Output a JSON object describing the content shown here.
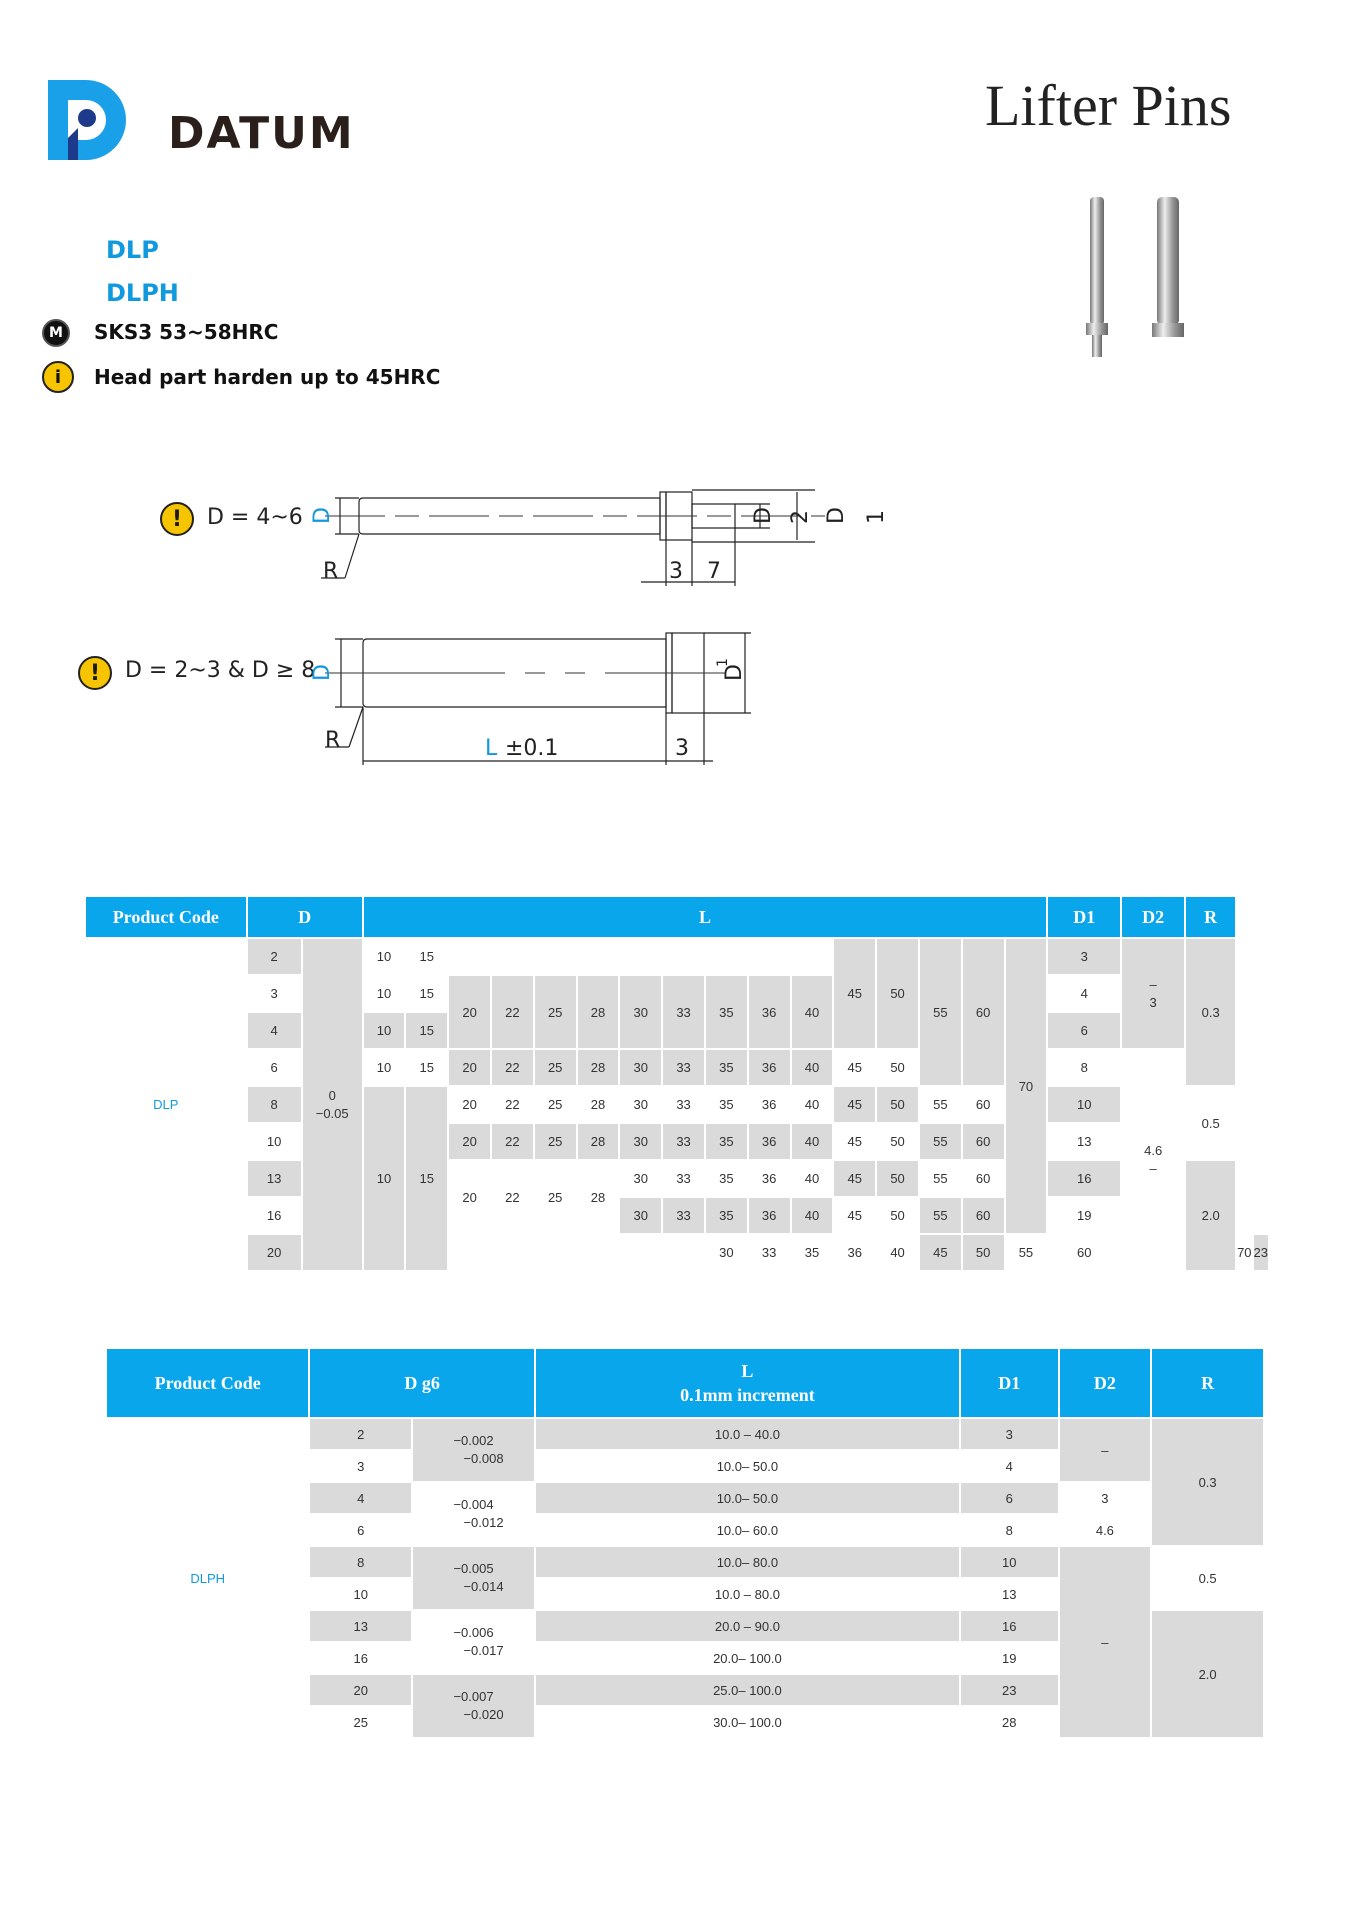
{
  "brand": {
    "name": "DATUM"
  },
  "title": "Lifter Pins",
  "codes": [
    "DLP",
    "DLPH"
  ],
  "material": {
    "icon": "M",
    "text": "SKS3 53~58HRC"
  },
  "info": {
    "icon": "i",
    "text": "Head part harden up to 45HRC"
  },
  "drawing1": {
    "condition": "D = 4~6",
    "labels": {
      "d": "D",
      "r": "R",
      "d2": "D",
      "two": "2",
      "d1": "D",
      "one": "1",
      "three": "3",
      "seven": "7"
    }
  },
  "drawing2": {
    "condition": "D = 2~3 & D ≥ 8",
    "labels": {
      "d": "D",
      "r": "R",
      "d1": "D",
      "sub1": "1",
      "l": "L",
      "tol": "±0.1",
      "three": "3"
    }
  },
  "table1": {
    "headers": [
      "Product Code",
      "D",
      "L",
      "D1",
      "D2",
      "R"
    ],
    "product": "DLP",
    "d_values": [
      "2",
      "3",
      "4",
      "6",
      "8",
      "10",
      "13",
      "16",
      "20"
    ],
    "d_tol": [
      "0",
      "−0.05"
    ],
    "d1_values": [
      "3",
      "4",
      "6",
      "8",
      "10",
      "13",
      "16",
      "19",
      "23"
    ],
    "d2_values": [
      "–",
      "3",
      "4.6",
      "–"
    ],
    "r_values": [
      "0.3",
      "0.5",
      "2.0"
    ],
    "l_row1": [
      "10",
      "15"
    ],
    "l_row2": [
      "10",
      "15",
      "20",
      "22",
      "25",
      "28",
      "30",
      "33",
      "35",
      "36",
      "40",
      "45",
      "50",
      "55",
      "60"
    ],
    "l_row3": [
      "10",
      "15",
      "20",
      "22",
      "25",
      "28",
      "30",
      "33",
      "35",
      "36",
      "40"
    ],
    "l_row4": [
      "10",
      "15",
      "20",
      "22",
      "25",
      "28",
      "30",
      "33",
      "35",
      "36",
      "40",
      "45",
      "50"
    ],
    "l_row5": [
      "20",
      "22",
      "25",
      "28",
      "30",
      "33",
      "35",
      "36",
      "40",
      "45",
      "50",
      "55",
      "60"
    ],
    "l_row6": [
      "10",
      "15",
      "20",
      "22",
      "25",
      "28",
      "30",
      "33",
      "35",
      "36",
      "40",
      "45",
      "50",
      "55",
      "60",
      "70"
    ],
    "l_row7": [
      "20",
      "22",
      "25",
      "28",
      "30",
      "33",
      "35",
      "36",
      "40",
      "45",
      "50",
      "55",
      "60"
    ],
    "l_row8": [
      "30",
      "33",
      "35",
      "36",
      "40",
      "45",
      "50",
      "55",
      "60"
    ],
    "l_row9": [
      "30",
      "33",
      "35",
      "36",
      "40",
      "45",
      "50",
      "55",
      "60",
      "70"
    ]
  },
  "table2": {
    "headers": [
      "Product Code",
      "D g6",
      "L",
      "0.1mm increment",
      "D1",
      "D2",
      "R"
    ],
    "product": "DLPH",
    "rows": [
      {
        "d": "2",
        "l": "10.0 – 40.0",
        "d1": "3"
      },
      {
        "d": "3",
        "l": "10.0– 50.0",
        "d1": "4"
      },
      {
        "d": "4",
        "l": "10.0– 50.0",
        "d1": "6"
      },
      {
        "d": "6",
        "l": "10.0– 60.0",
        "d1": "8"
      },
      {
        "d": "8",
        "l": "10.0– 80.0",
        "d1": "10"
      },
      {
        "d": "10",
        "l": "10.0 – 80.0",
        "d1": "13"
      },
      {
        "d": "13",
        "l": "20.0 – 90.0",
        "d1": "16"
      },
      {
        "d": "16",
        "l": "20.0– 100.0",
        "d1": "19"
      },
      {
        "d": "20",
        "l": "25.0– 100.0",
        "d1": "23"
      },
      {
        "d": "25",
        "l": "30.0– 100.0",
        "d1": "28"
      }
    ],
    "tol": [
      [
        "−0.002",
        "−0.008"
      ],
      [
        "−0.004",
        "−0.012"
      ],
      [
        "−0.005",
        "−0.014"
      ],
      [
        "−0.006",
        "−0.017"
      ],
      [
        "−0.007",
        "−0.020"
      ]
    ],
    "d2": [
      "–",
      "3",
      "4.6",
      "–"
    ],
    "r": [
      "0.3",
      "0.5",
      "2.0"
    ]
  }
}
